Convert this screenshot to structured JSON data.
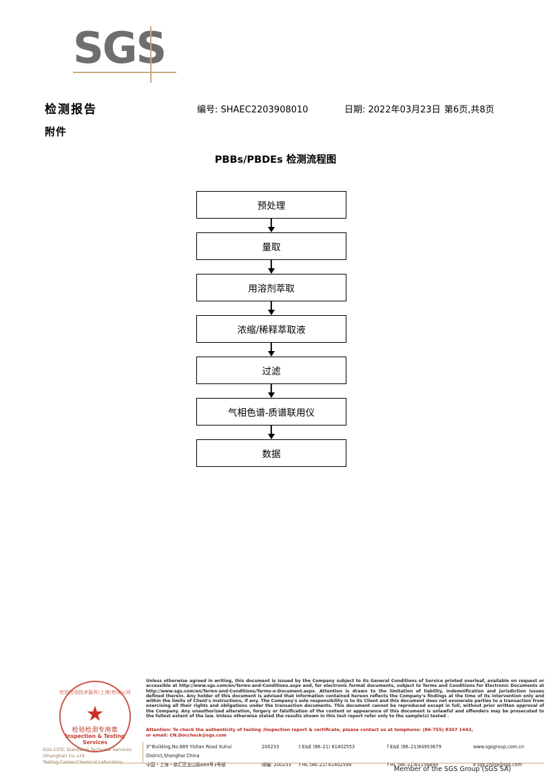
{
  "logo": {
    "brand": "SGS"
  },
  "header": {
    "title": "检测报告",
    "subtitle": "附件",
    "report_no": "编号: SHAEC2203908010",
    "date": "日期: 2022年03月23日",
    "page": "第6页,共8页"
  },
  "flowchart": {
    "title": "PBBs/PBDEs 检测流程图",
    "nodes": [
      {
        "label": "预处理"
      },
      {
        "label": "量取"
      },
      {
        "label": "用溶剂萃取"
      },
      {
        "label": "浓缩/稀释萃取液"
      },
      {
        "label": "过滤"
      },
      {
        "label": "气相色谱-质谱联用仪"
      },
      {
        "label": "数据"
      }
    ]
  },
  "stamp": {
    "arc_text": "检验检测技术服务(上海)有限公司",
    "star": "★",
    "cn_label": "检验检测专用章",
    "en_label": "Inspection & Testing Services",
    "company_line1": "SGS-CSTC Standards Technical Services (Shanghai) Co.,Ltd.",
    "company_line2": "Testing Center-Chemical Laboratory."
  },
  "footer": {
    "disclaimer": "Unless otherwise agreed in writing, this document is issued by the Company subject to its General Conditions of Service printed overleaf, available on request or accessible at http://www.sgs.com/en/Terms-and-Conditions.aspx and, for electronic format documents, subject to Terms and Conditions for Electronic Documents at http://www.sgs.com/en/Terms-and-Conditions/Terms-e-Document.aspx. Attention is drawn to the limitation of liability, indemnification and jurisdiction issues defined therein. Any holder of this document is advised that information contained hereon reflects the Company's findings at the time of its intervention only and within the limits of Client's instructions, if any. The Company's sole responsibility is to its Client and this document does not exonerate parties to a transaction from exercising all their rights and obligations under the transaction documents. This document cannot be reproduced except in full, without prior written approval of the Company. Any unauthorized alteration, forgery or falsification of the content or appearance of this document is unlawful and offenders may be prosecuted to the fullest extent of the law. Unless otherwise stated the results shown in this test report refer only to the sample(s) tested .",
    "attention_line1": "Attention: To check the authenticity of testing /inspection report & certificate, please contact us at telephone: (86-755) 8307 1443,",
    "attention_line2": "or email: CN.Doccheck@sgs.com",
    "address_en": "3ᵗʰBuilding,No.889 Yishan Road Xuhui District,Shanghai China",
    "address_cn": "中国・上海・徐汇区宜山路889号3号楼",
    "zip_en": "200233",
    "zip_cn": "邮编: 200233",
    "tel_ee": "t E&E (86–21) 61402553",
    "fax_ee": "f E&E (86–21)64953679",
    "tel_hl": "t HL (86–21) 61402594",
    "fax_hl": "f HL (86–21)61156899",
    "website": "www.sgsgroup.com.cn",
    "email": "e sgs.china@sgs.com",
    "member": "Member of the SGS Group (SGS SA)"
  },
  "colors": {
    "logo_gray": "#6e6e6e",
    "accent_tan": "#c9a882",
    "stamp_red": "#c0392b",
    "attention_red": "#b9231b"
  }
}
